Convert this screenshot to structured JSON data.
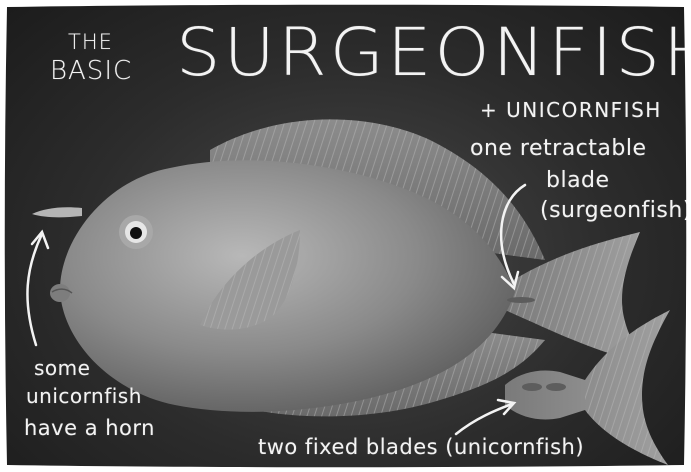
{
  "title": {
    "the": "THE",
    "basic": "BASIC",
    "main": "SURGEONFISH",
    "subtitle": "+ UNICORNFISH"
  },
  "annotations": {
    "retractable_line1": "one retractable",
    "retractable_line2": "blade",
    "retractable_line3": "(surgeonfish)",
    "horn_line1": "some",
    "horn_line2": "unicornfish",
    "horn_line3": "have a horn",
    "fixed_blades": "two fixed blades (unicornfish)"
  },
  "colors": {
    "background": "#2c2c2c",
    "frame": "#ffffff",
    "chalk": "#f3f3f3",
    "fish_body": "#8e8e8e"
  }
}
